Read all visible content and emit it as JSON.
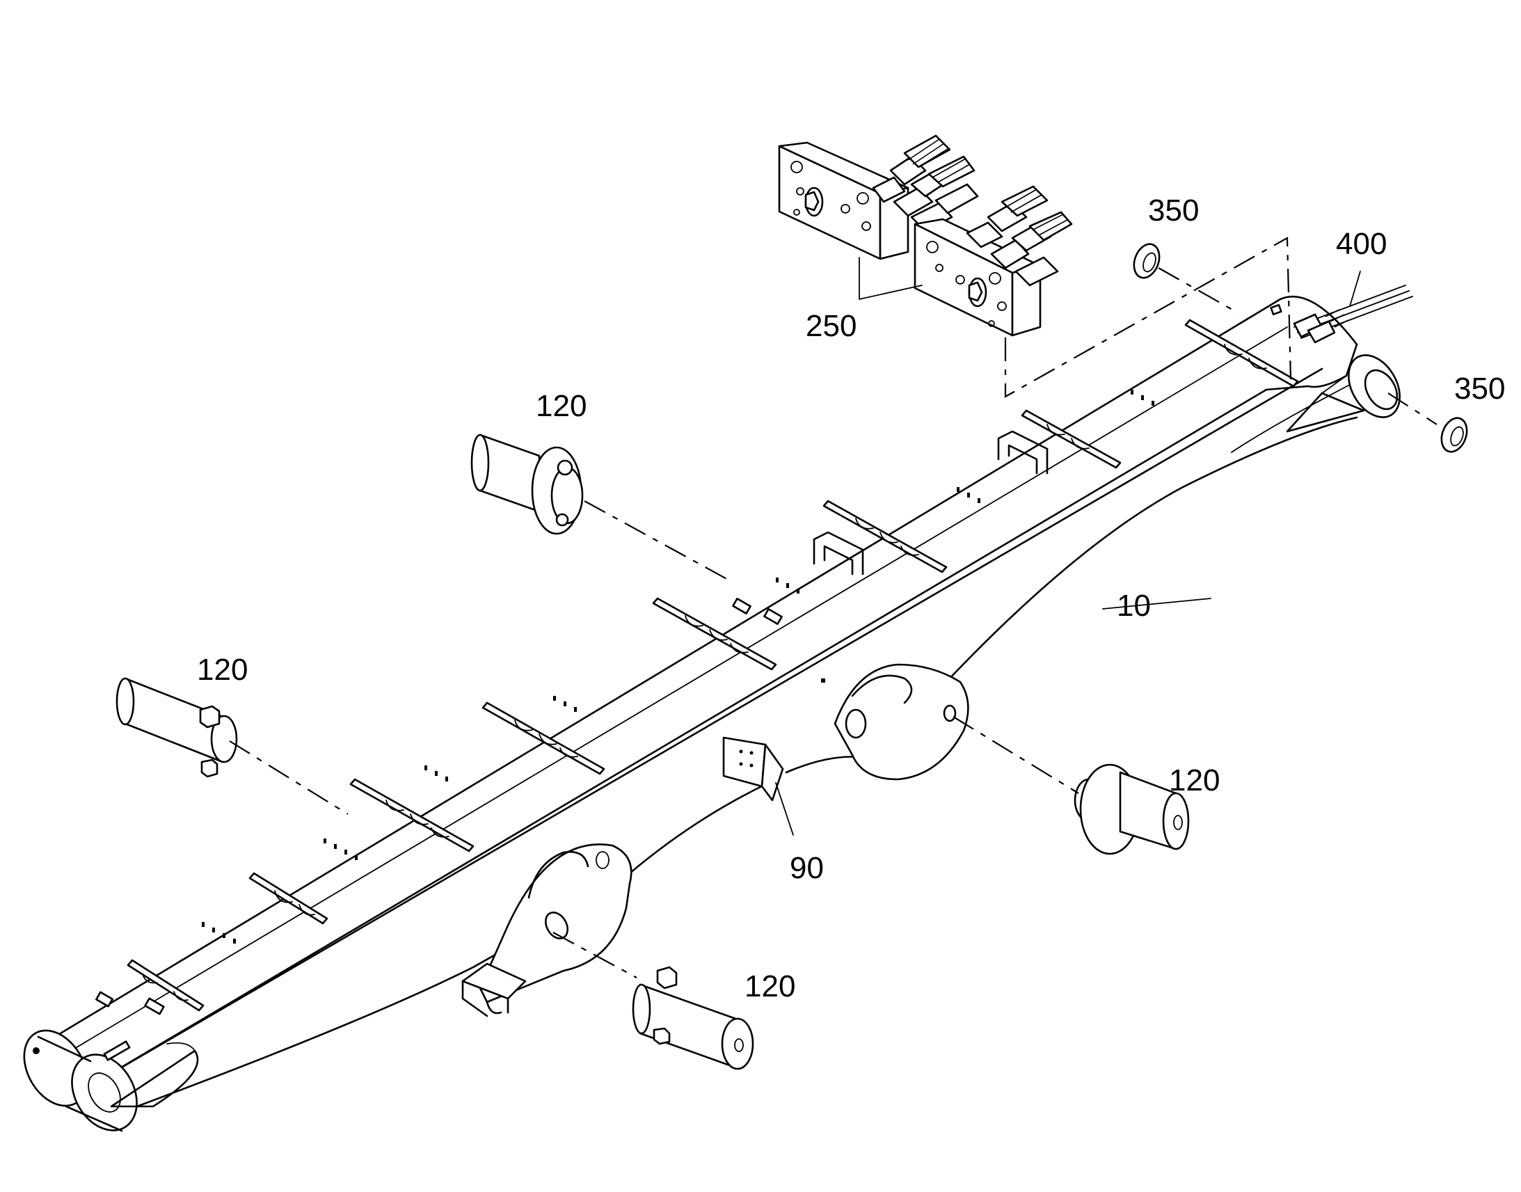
{
  "labels": {
    "boom": "10",
    "bracket": "90",
    "pin_upper_left": "120",
    "pin_left": "120",
    "pin_right": "120",
    "pin_bottom": "120",
    "manifold": "250",
    "washer_top": "350",
    "washer_right": "350",
    "clamp": "400"
  }
}
